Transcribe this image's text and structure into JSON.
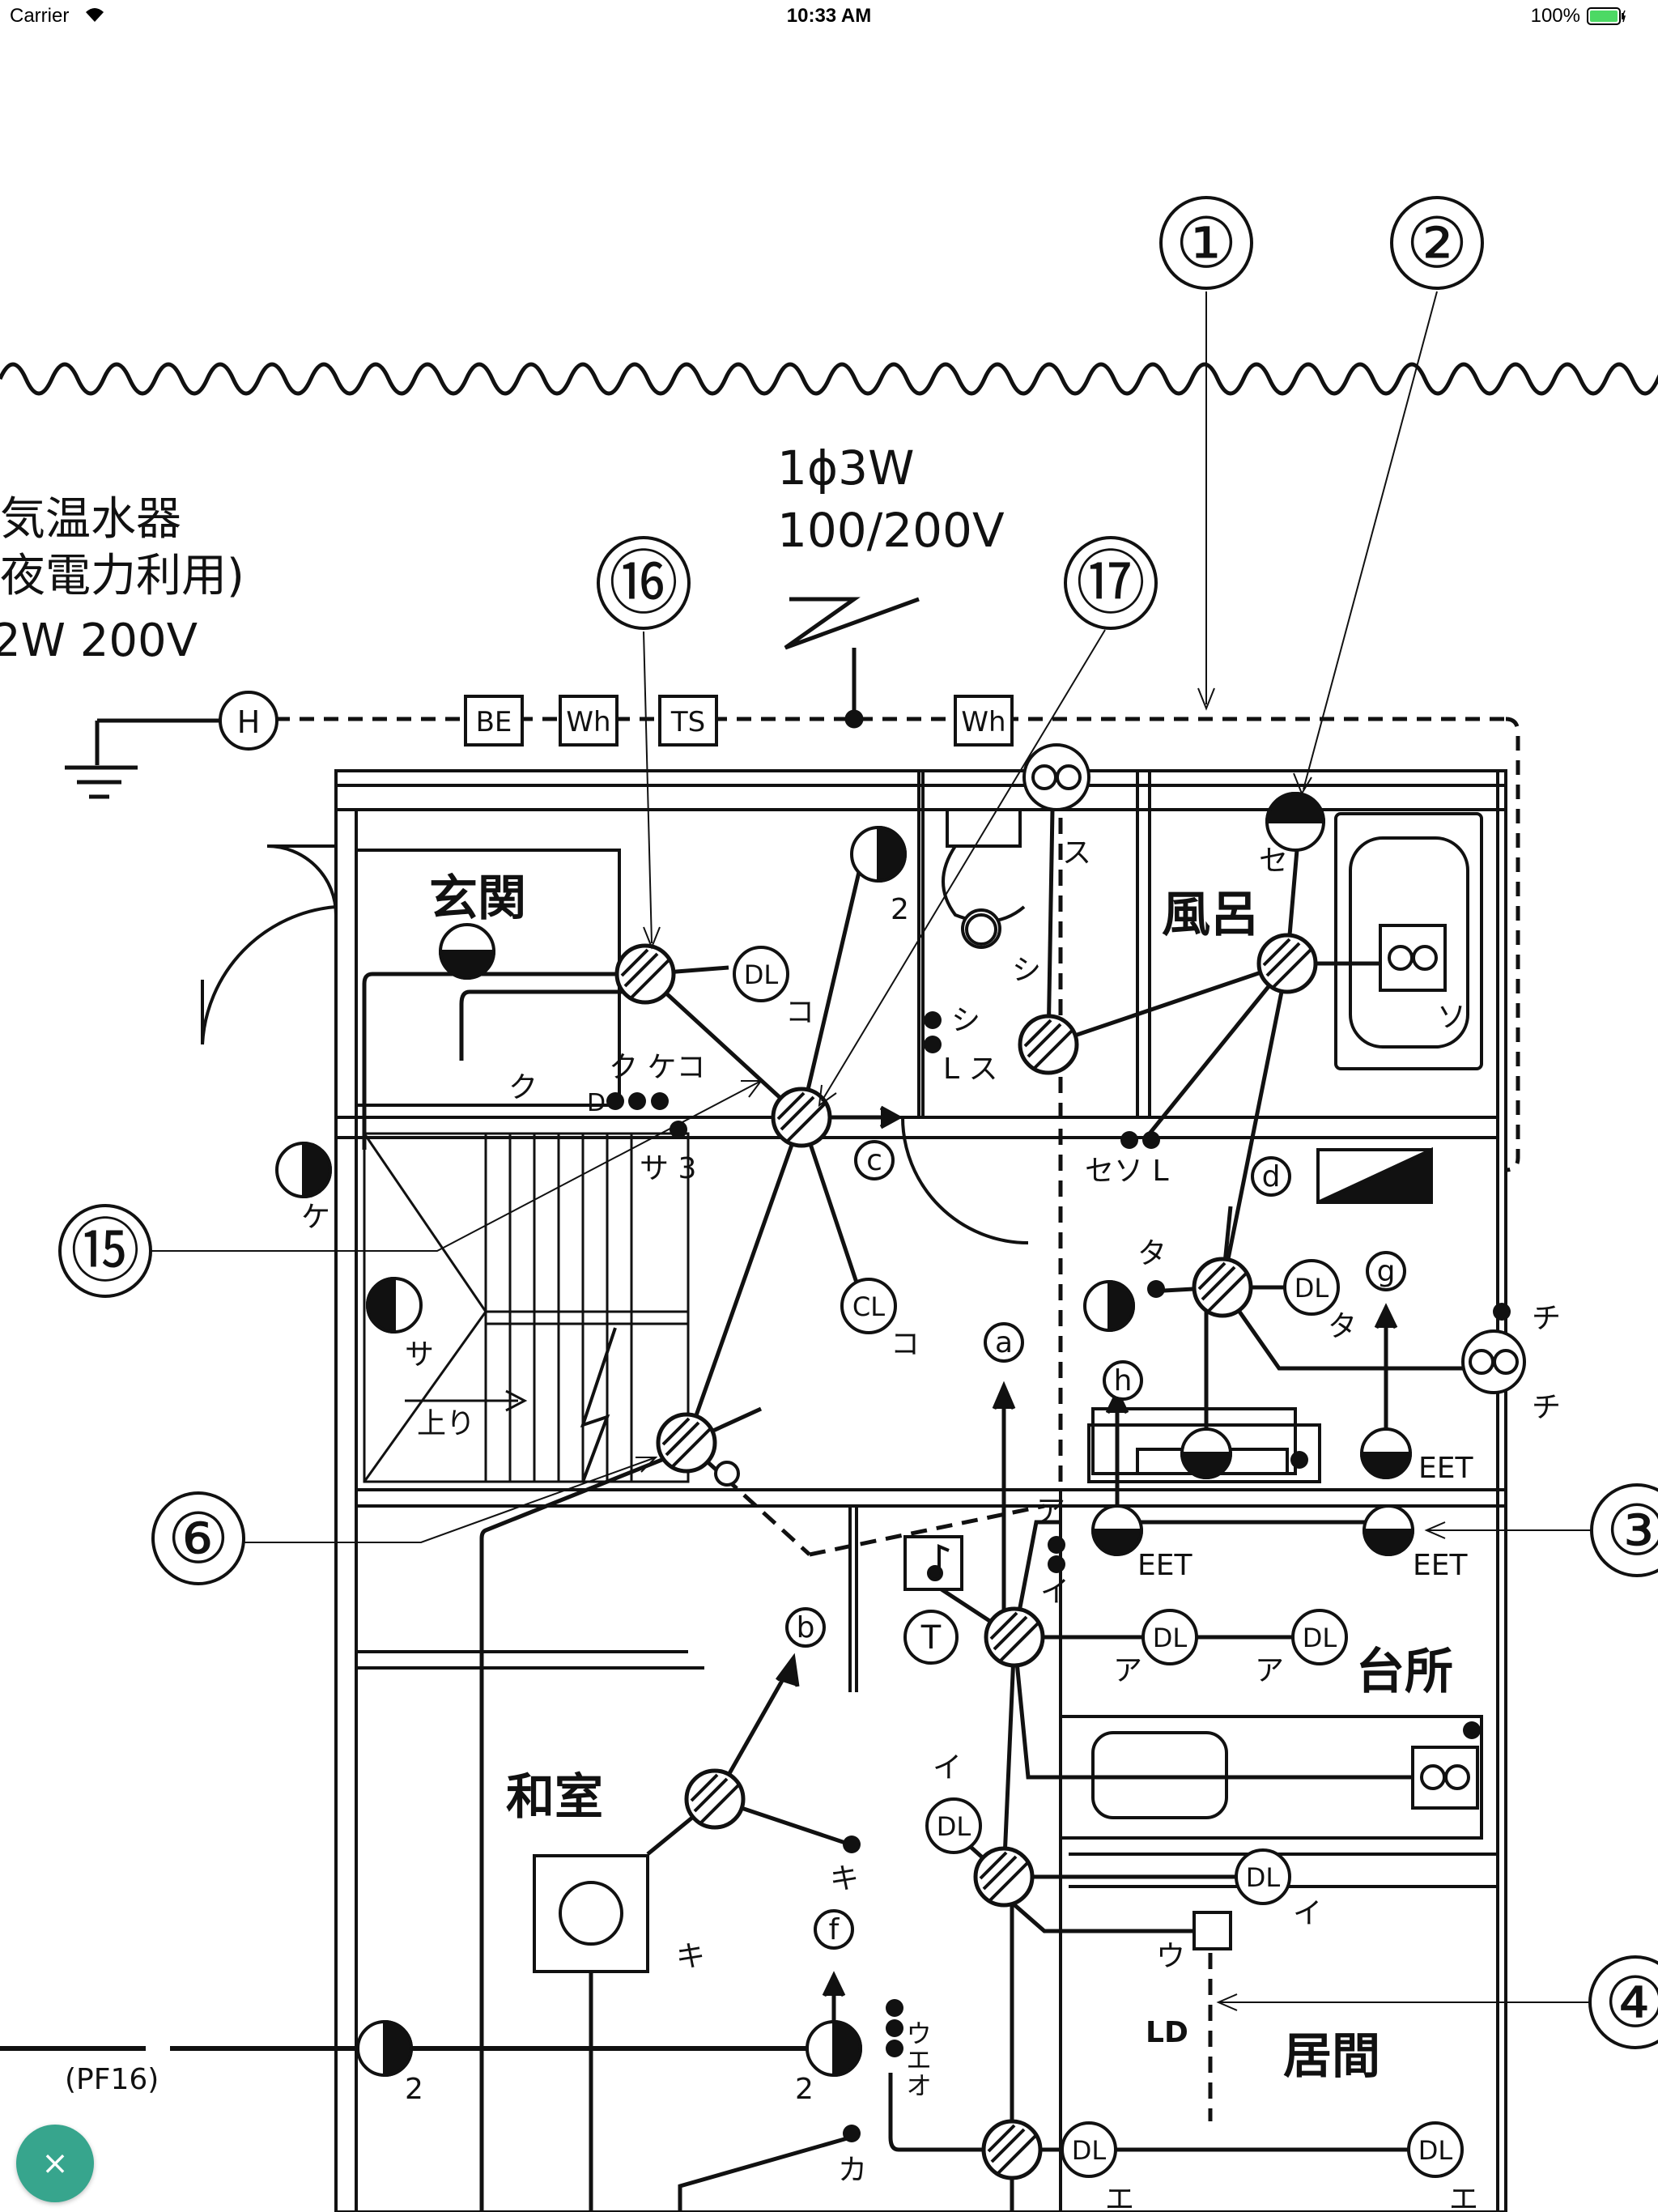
{
  "status_bar": {
    "carrier": "Carrier",
    "time": "10:33 AM",
    "battery": "100%",
    "battery_color": "#4cd964"
  },
  "drawing": {
    "callouts": [
      "①",
      "②",
      "③",
      "④",
      "⑥",
      "⑮",
      "⑯",
      "⑰"
    ],
    "supply": {
      "line1": "1ϕ3W",
      "line2": "100/200V"
    },
    "heater_note": {
      "line1": "気温水器",
      "line2": "夜電力利用)",
      "line3": "2W 200V"
    },
    "meters": {
      "h": "H",
      "be": "BE",
      "wh1": "Wh",
      "ts": "TS",
      "wh2": "Wh"
    },
    "rooms": {
      "genkan": "玄関",
      "furo": "風呂",
      "washitsu": "和室",
      "daidokoro": "台所",
      "ima": "居間"
    },
    "fixtures": {
      "dl": "DL",
      "cl": "CL",
      "eet": "EET",
      "ld": "LD",
      "pf16": "(PF16)",
      "t": "T"
    },
    "points": {
      "a": "a",
      "b": "b",
      "c": "c",
      "d": "d",
      "f": "f",
      "g": "g",
      "h": "h"
    },
    "marks": {
      "ko": "コ",
      "su": "ス",
      "shi": "シ",
      "se": "セ",
      "so": "ソ",
      "lsu": "L ス",
      "ku": "ク",
      "kukeko": "ク ケコ",
      "d": "D",
      "ke": "ケ",
      "sa3": "サ 3",
      "sa": "サ",
      "nobori": "上り",
      "seso_l": "セソ L",
      "ta": "タ",
      "chi": "チ",
      "a": "ア",
      "i": "イ",
      "ki": "キ",
      "u": "ウ",
      "ueo": "ウエオ",
      "ka": "カ",
      "e": "エ",
      "two": "2"
    }
  },
  "close_button": {
    "label": "×",
    "color": "#37a58d"
  }
}
